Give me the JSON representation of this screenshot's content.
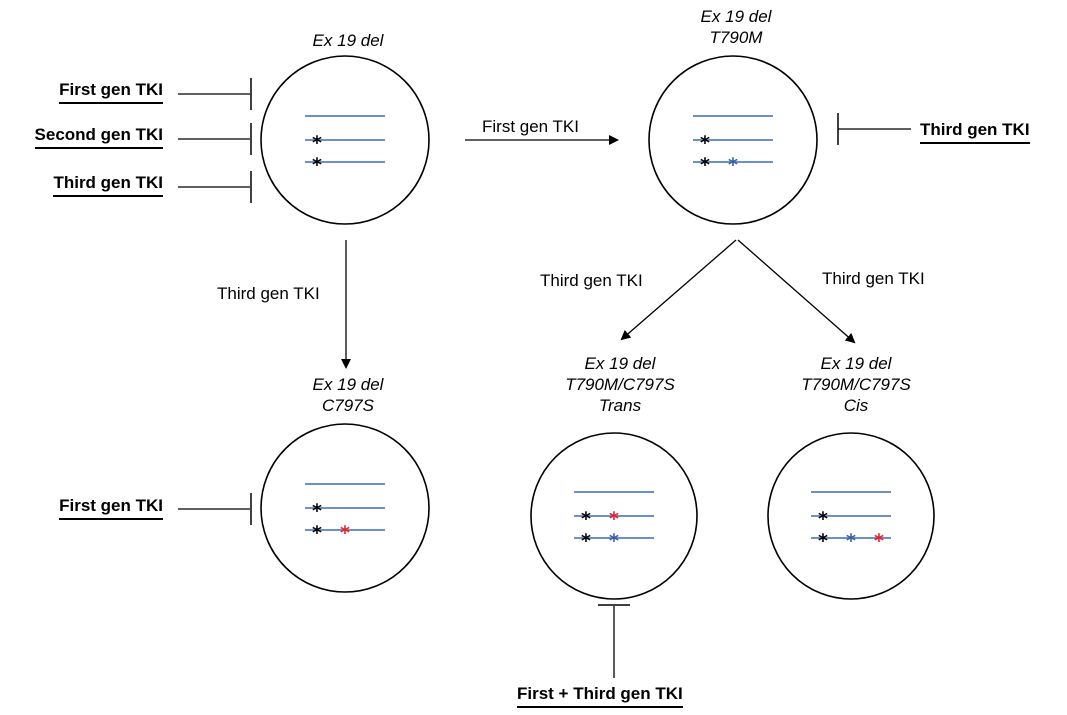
{
  "colors": {
    "line": "#000000",
    "chromosome": "#3a6fb5",
    "mut_black": "#000000",
    "mut_blue": "#3a5fa8",
    "mut_red": "#e8202a"
  },
  "states": {
    "s1": {
      "name": "Ex 19 del",
      "lines": []
    },
    "s2": {
      "name": "Ex 19 del",
      "lines": [
        "T790M"
      ]
    },
    "s3": {
      "name": "Ex 19 del",
      "lines": [
        "C797S"
      ]
    },
    "s4": {
      "name": "Ex 19 del",
      "lines": [
        "T790M/C797S",
        "Trans"
      ]
    },
    "s5": {
      "name": "Ex 19 del",
      "lines": [
        "T790M/C797S",
        "Cis"
      ]
    }
  },
  "cells": {
    "s1": {
      "rows": [
        [],
        [
          "black"
        ],
        [
          "black"
        ]
      ]
    },
    "s2": {
      "rows": [
        [],
        [
          "black"
        ],
        [
          "black",
          "blue"
        ]
      ]
    },
    "s3": {
      "rows": [
        [],
        [
          "black"
        ],
        [
          "black",
          "red"
        ]
      ]
    },
    "s4": {
      "rows": [
        [],
        [
          "black",
          "red"
        ],
        [
          "black",
          "blue"
        ]
      ]
    },
    "s5": {
      "rows": [
        [],
        [
          "black"
        ],
        [
          "black",
          "blue",
          "red"
        ]
      ]
    }
  },
  "drugs": {
    "s1_first": "First gen TKI",
    "s1_second": "Second gen TKI",
    "s1_third": "Third gen TKI",
    "s2_third": "Third gen TKI",
    "s3_first": "First gen TKI",
    "s4_combo": "First + Third gen TKI"
  },
  "edges": {
    "s1_to_s2": "First gen TKI",
    "s1_to_s3": "Third gen TKI",
    "s2_to_s4": "Third gen TKI",
    "s2_to_s5": "Third gen TKI"
  }
}
